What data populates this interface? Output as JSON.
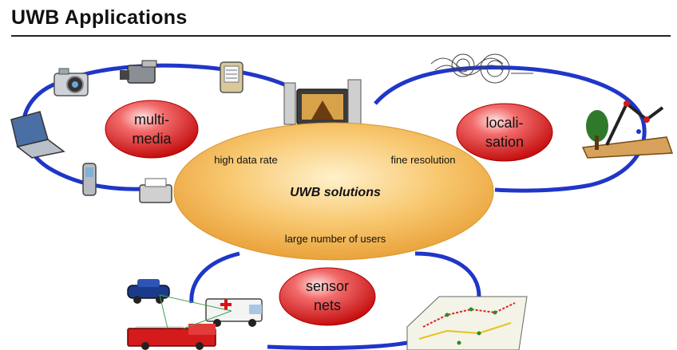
{
  "header": {
    "title": "UWB Applications"
  },
  "center": {
    "title": "UWB solutions",
    "left_label": "high data rate",
    "right_label": "fine resolution",
    "bottom_label": "large number of users"
  },
  "bubbles": {
    "multimedia": {
      "line1": "multi-",
      "line2": "media"
    },
    "localisation": {
      "line1": "locali-",
      "line2": "sation"
    },
    "sensor": {
      "line1": "sensor",
      "line2": "nets"
    }
  },
  "icons": [
    "camera-icon",
    "camcorder-icon",
    "pda-icon",
    "laptop-icon",
    "mobile-phone-icon",
    "printer-icon",
    "home-theater-icon",
    "radar-signal-icon",
    "map-locator-icon",
    "car-icon",
    "ambulance-icon",
    "fire-truck-icon",
    "sensor-map-icon"
  ],
  "colors": {
    "ring": "#1f36c8",
    "bubble": "#e01818",
    "ellipse": "#f3b24a",
    "text": "#111111"
  }
}
